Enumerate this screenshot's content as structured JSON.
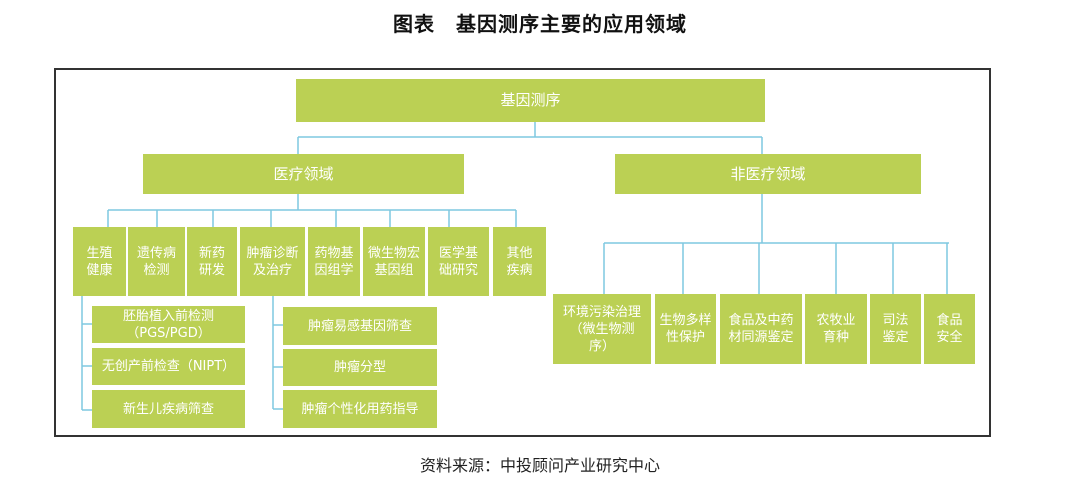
{
  "title": "图表　基因测序主要的应用领域",
  "root": "基因测序",
  "medical": {
    "label": "医疗领域",
    "children": [
      "生殖\n健康",
      "遗传病\n检测",
      "新药\n研发",
      "肿瘤诊断\n及治疗",
      "药物基\n因组学",
      "微生物宏\n基因组",
      "医学基\n础研究",
      "其他\n疾病"
    ],
    "reproductive_subs": [
      "胚胎植入前检测\n（PGS/PGD）",
      "无创产前检查（NIPT）",
      "新生儿疾病筛查"
    ],
    "tumor_subs": [
      "肿瘤易感基因筛查",
      "肿瘤分型",
      "肿瘤个性化用药指导"
    ]
  },
  "non_medical": {
    "label": "非医疗领域",
    "children": [
      "环境污染治理\n（微生物测\n序）",
      "生物多样\n性保护",
      "食品及中药\n材同源鉴定",
      "农牧业\n育种",
      "司法\n鉴定",
      "食品\n安全"
    ]
  },
  "source": "资料来源：中投顾问产业研究中心",
  "colors": {
    "box": "#bbd054",
    "line": "#7fc8e0"
  }
}
